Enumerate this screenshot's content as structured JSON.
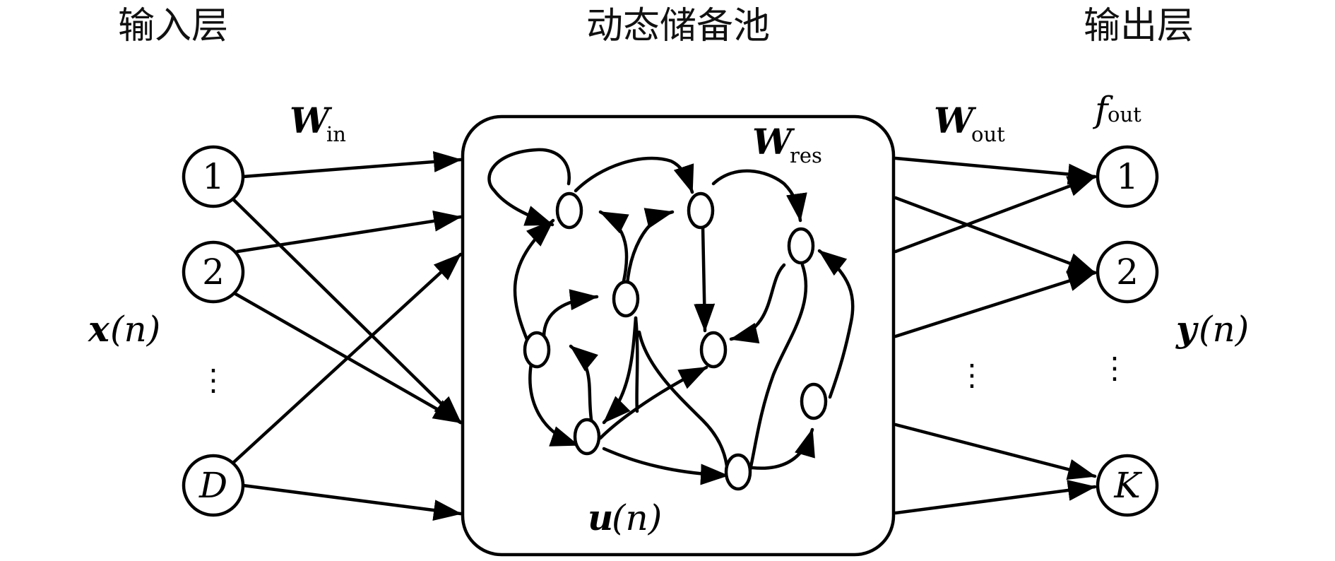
{
  "titles": {
    "input_layer": "输入层",
    "reservoir": "动态储备池",
    "output_layer": "输出层"
  },
  "weights": {
    "w_in": {
      "symbol": "W",
      "subscript": "in"
    },
    "w_res": {
      "symbol": "W",
      "subscript": "res"
    },
    "w_out": {
      "symbol": "W",
      "subscript": "out"
    },
    "f_out": {
      "symbol": "f",
      "subscript": "out"
    }
  },
  "signals": {
    "input": {
      "symbol": "x",
      "arg": "(n)"
    },
    "state": {
      "symbol": "u",
      "arg": "(n)"
    },
    "output": {
      "symbol": "y",
      "arg": "(n)"
    }
  },
  "input_nodes": [
    "1",
    "2",
    "D"
  ],
  "output_nodes": [
    "1",
    "2",
    "K"
  ],
  "ellipsis": "⋮"
}
